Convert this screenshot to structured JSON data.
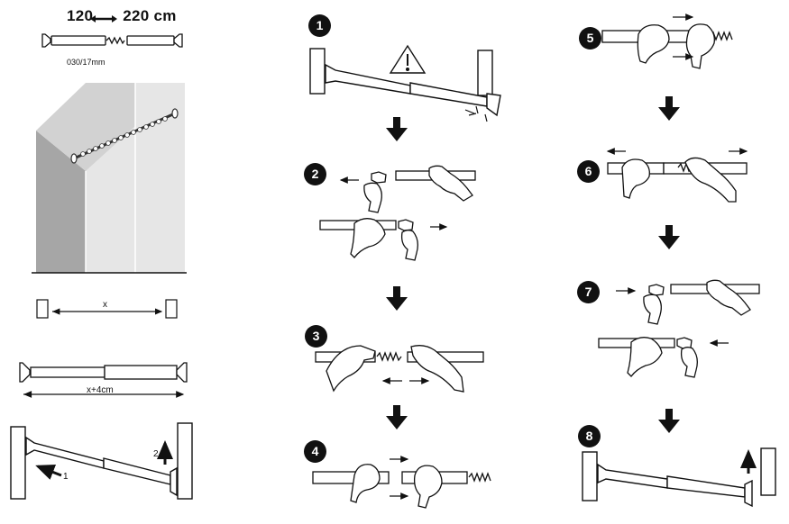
{
  "header": {
    "size_min": "120",
    "size_max": "220 cm",
    "diameter": "030/17mm"
  },
  "measure": {
    "x_label": "x",
    "x_plus_label": "x+4cm"
  },
  "install_arrows": {
    "first": "1",
    "second": "2"
  },
  "steps": [
    "1",
    "2",
    "3",
    "4",
    "5",
    "6",
    "7",
    "8"
  ],
  "icons": {
    "warning": "warning-triangle-icon",
    "down": "down-arrow-icon"
  },
  "colors": {
    "ink": "#111111",
    "wall_dark": "#a6a6a6",
    "wall_light": "#e6e6e6",
    "rod_fill": "#ffffff"
  }
}
